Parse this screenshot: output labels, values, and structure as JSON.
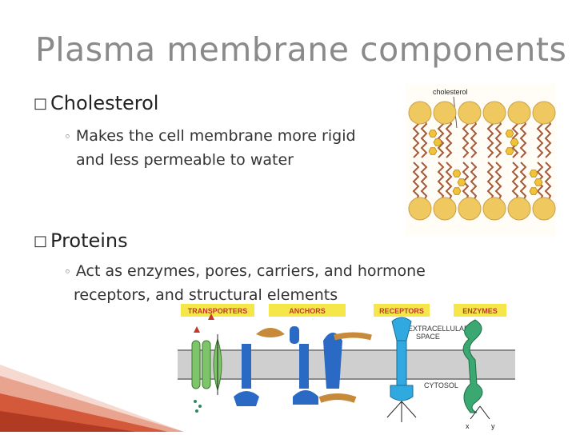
{
  "slide": {
    "title": "Plasma membrane components",
    "bullets": [
      {
        "label": "Cholesterol",
        "sub": [
          "Makes the cell membrane more rigid",
          "and less permeable to water"
        ]
      },
      {
        "label": "Proteins",
        "sub": [
          "Act as enzymes, pores, carriers, and hormone",
          "receptors, and structural elements"
        ]
      }
    ],
    "bullet_glyph": "□",
    "sub_glyph": "◦"
  },
  "figure_cholesterol": {
    "label": "cholesterol"
  },
  "figure_proteins": {
    "categories": [
      "TRANSPORTERS",
      "ANCHORS",
      "RECEPTORS",
      "ENZYMES"
    ],
    "extracellular": [
      "EXTRACELLULAR",
      "SPACE"
    ],
    "cytosol": "CYTOSOL",
    "axis_x": "x",
    "axis_y": "y"
  },
  "colors": {
    "title": "#8a8a8a",
    "lipid_head": "#f0c860",
    "cholesterol": "#f2c23a",
    "membrane": "#8a8a8a",
    "transporter": "#7ec46a",
    "anchor": "#2a6ac4",
    "receptor": "#30a8e0",
    "enzyme": "#3aa870",
    "tail": "#c68a3a",
    "banner": "#f5e74a",
    "accent_red": "#c0392b"
  }
}
